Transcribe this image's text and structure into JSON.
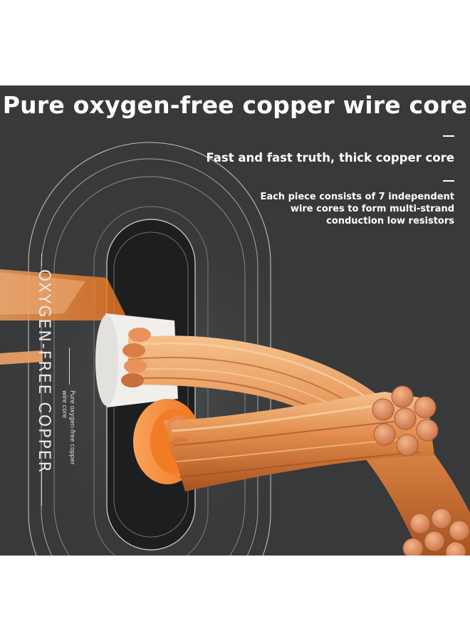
{
  "banner": {
    "title": "Pure oxygen-free copper wire core",
    "subtitle": "Fast and fast truth, thick copper core",
    "description_lines": [
      "Each piece consists of 7 independent",
      "wire cores to form multi-strand",
      "conduction low resistors"
    ],
    "vertical_label": "OXYGEN-FREE COPPER",
    "vertical_caption_lines": [
      "Pure oxygen-free copper",
      "wire core"
    ]
  },
  "colors": {
    "background": "#38393a",
    "copper": "#e08a4a",
    "insulation": "#f07a25",
    "text": "#ffffff"
  },
  "icons": [
    "copper-cable-illustration"
  ]
}
